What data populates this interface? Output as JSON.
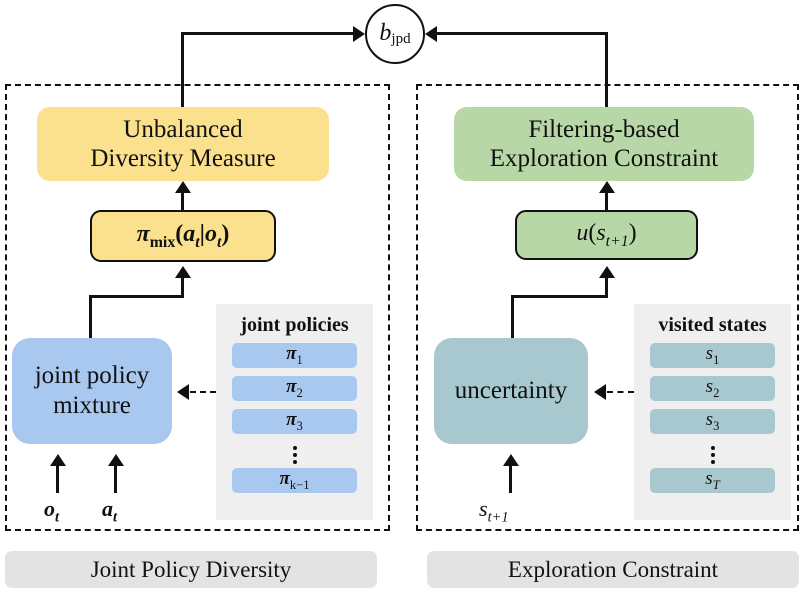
{
  "diagram": {
    "top_node": {
      "symbol": "b",
      "subscript": "jpd"
    },
    "left_panel": {
      "header": {
        "line1": "Unbalanced",
        "line2": "Diversity Measure"
      },
      "formula": "πmix(at|ot)",
      "formula_parts": {
        "base": "π",
        "sub": "mix",
        "args": "(a",
        "arg_sub1": "t",
        "sep": "|o",
        "arg_sub2": "t",
        "close": ")"
      },
      "process": {
        "line1": "joint policy",
        "line2": "mixture"
      },
      "inputs": [
        {
          "symbol": "o",
          "subscript": "t"
        },
        {
          "symbol": "a",
          "subscript": "t"
        }
      ],
      "list": {
        "title": "joint policies",
        "items": [
          {
            "symbol": "π",
            "subscript": "1"
          },
          {
            "symbol": "π",
            "subscript": "2"
          },
          {
            "symbol": "π",
            "subscript": "3"
          },
          {
            "symbol": "π",
            "subscript": "k−1"
          }
        ],
        "ellipsis": "⋮"
      },
      "caption": "Joint Policy Diversity"
    },
    "right_panel": {
      "header": {
        "line1": "Filtering-based",
        "line2": "Exploration Constraint"
      },
      "formula_parts": {
        "base": "u",
        "open": "(s",
        "sub": "t+1",
        "close": ")"
      },
      "process": {
        "line1": "uncertainty"
      },
      "inputs": [
        {
          "symbol": "s",
          "subscript": "t+1"
        }
      ],
      "list": {
        "title": "visited states",
        "items": [
          {
            "symbol": "s",
            "subscript": "1"
          },
          {
            "symbol": "s",
            "subscript": "2"
          },
          {
            "symbol": "s",
            "subscript": "3"
          },
          {
            "symbol": "s",
            "subscript": "T"
          }
        ],
        "ellipsis": "⋮"
      },
      "caption": "Exploration Constraint"
    },
    "colors": {
      "yellow": "#FBE08E",
      "green": "#B7D8A6",
      "blue": "#A8C8F0",
      "teal": "#A7C8CE",
      "panel_gray": "#EFEFEF",
      "caption_gray": "#E3E3E3",
      "stroke": "#111111"
    }
  }
}
